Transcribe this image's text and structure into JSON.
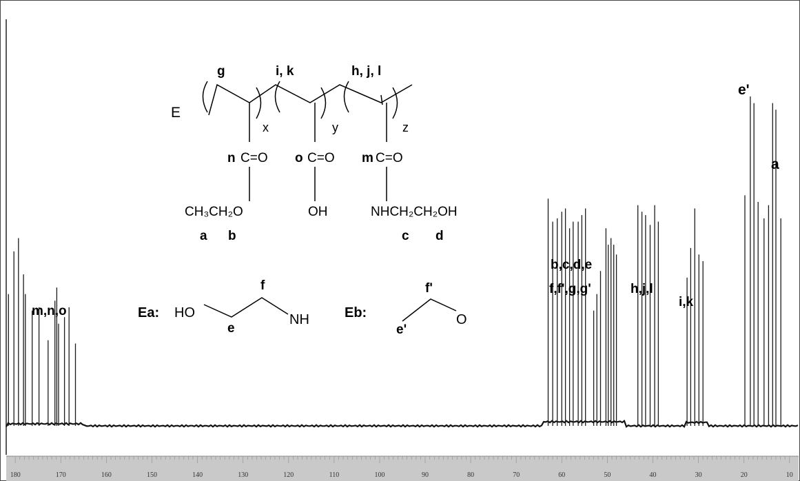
{
  "chart_data": {
    "type": "line",
    "title": "",
    "xlabel": "",
    "ylabel": "",
    "x_axis": {
      "reversed": true,
      "xlim": [
        182,
        8
      ],
      "ticks": [
        "180",
        "170",
        "160",
        "150",
        "140",
        "130",
        "120",
        "110",
        "100",
        "90",
        "80",
        "70",
        "60",
        "50",
        "40",
        "30",
        "20",
        "10"
      ]
    },
    "grid": false,
    "peaks": [
      {
        "ppm": 181.5,
        "height": 0.4
      },
      {
        "ppm": 180.3,
        "height": 0.53
      },
      {
        "ppm": 179.3,
        "height": 0.57
      },
      {
        "ppm": 178.2,
        "height": 0.46
      },
      {
        "ppm": 177.8,
        "height": 0.4
      },
      {
        "ppm": 176.3,
        "height": 0.35
      },
      {
        "ppm": 174.8,
        "height": 0.36
      },
      {
        "ppm": 172.8,
        "height": 0.26
      },
      {
        "ppm": 171.3,
        "height": 0.38
      },
      {
        "ppm": 170.9,
        "height": 0.42
      },
      {
        "ppm": 170.5,
        "height": 0.31
      },
      {
        "ppm": 169.2,
        "height": 0.33
      },
      {
        "ppm": 168.2,
        "height": 0.36
      },
      {
        "ppm": 166.8,
        "height": 0.25
      },
      {
        "ppm": 63.0,
        "height": 0.69
      },
      {
        "ppm": 62.0,
        "height": 0.62
      },
      {
        "ppm": 61.0,
        "height": 0.63
      },
      {
        "ppm": 60.0,
        "height": 0.65
      },
      {
        "ppm": 59.2,
        "height": 0.66
      },
      {
        "ppm": 58.3,
        "height": 0.6
      },
      {
        "ppm": 57.5,
        "height": 0.62
      },
      {
        "ppm": 56.4,
        "height": 0.62
      },
      {
        "ppm": 55.6,
        "height": 0.64
      },
      {
        "ppm": 54.8,
        "height": 0.66
      },
      {
        "ppm": 53.0,
        "height": 0.35
      },
      {
        "ppm": 52.3,
        "height": 0.4
      },
      {
        "ppm": 51.5,
        "height": 0.47
      },
      {
        "ppm": 50.3,
        "height": 0.6
      },
      {
        "ppm": 49.8,
        "height": 0.55
      },
      {
        "ppm": 49.2,
        "height": 0.57
      },
      {
        "ppm": 48.6,
        "height": 0.55
      },
      {
        "ppm": 48.0,
        "height": 0.52
      },
      {
        "ppm": 43.3,
        "height": 0.67
      },
      {
        "ppm": 42.4,
        "height": 0.65
      },
      {
        "ppm": 41.6,
        "height": 0.64
      },
      {
        "ppm": 40.6,
        "height": 0.61
      },
      {
        "ppm": 39.6,
        "height": 0.67
      },
      {
        "ppm": 38.8,
        "height": 0.62
      },
      {
        "ppm": 32.5,
        "height": 0.45
      },
      {
        "ppm": 31.7,
        "height": 0.54
      },
      {
        "ppm": 30.8,
        "height": 0.66
      },
      {
        "ppm": 29.9,
        "height": 0.52
      },
      {
        "ppm": 29.0,
        "height": 0.5
      },
      {
        "ppm": 19.8,
        "height": 0.7
      },
      {
        "ppm": 18.6,
        "height": 1.0
      },
      {
        "ppm": 17.8,
        "height": 0.98
      },
      {
        "ppm": 16.9,
        "height": 0.68
      },
      {
        "ppm": 15.6,
        "height": 0.63
      },
      {
        "ppm": 14.6,
        "height": 0.67
      },
      {
        "ppm": 13.7,
        "height": 0.98
      },
      {
        "ppm": 13.0,
        "height": 0.96
      },
      {
        "ppm": 11.9,
        "height": 0.63
      }
    ],
    "annotations": [
      {
        "text": "m,n,o",
        "ppm": 174
      },
      {
        "text": "b,c,d,e",
        "ppm": 55
      },
      {
        "text": "f,f',g,g'",
        "ppm": 56
      },
      {
        "text": "h,j,l",
        "ppm": 40.5
      },
      {
        "text": "i,k",
        "ppm": 31
      },
      {
        "text": "e'",
        "ppm": 18.3
      },
      {
        "text": "a",
        "ppm": 11.7
      }
    ]
  },
  "structures": {
    "polymer": {
      "end_group": "E",
      "subscripts": [
        "x",
        "y",
        "z"
      ],
      "unit_labels": [
        "g",
        "i, k",
        "h, j, l"
      ],
      "carbonyl_labels": [
        "n",
        "o",
        "m"
      ],
      "carbonyl_text": "C=O",
      "ester_group": "CH₃CH₂O",
      "ester_labels": [
        "a",
        "b"
      ],
      "acid_group": "OH",
      "amide_group": "NHCH₂CH₂OH",
      "amide_labels": [
        "c",
        "d"
      ]
    },
    "end_group_a": {
      "name": "Ea:",
      "ho": "HO",
      "nh": "NH",
      "labels": [
        "e",
        "f"
      ]
    },
    "end_group_b": {
      "name": "Eb:",
      "o": "O",
      "labels": [
        "e'",
        "f'"
      ]
    }
  }
}
